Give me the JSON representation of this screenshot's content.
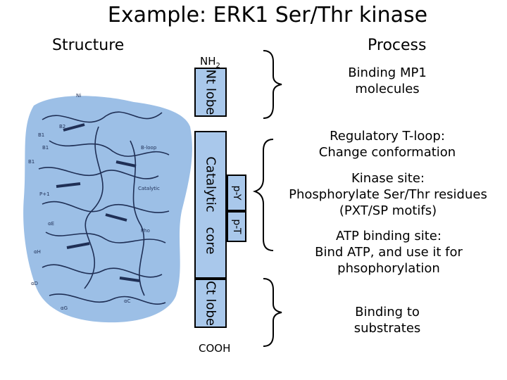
{
  "title": "Example: ERK1 Ser/Thr kinase",
  "headings": {
    "structure": "Structure",
    "process": "Process"
  },
  "protein_diagram": {
    "n_terminus": "NH",
    "n_terminus_subscript": "2",
    "c_terminus": "COOH",
    "nt_lobe": "Nt lobe",
    "catalytic": "Catalytic",
    "core": "core",
    "ct_lobe": "Ct lobe",
    "p_y": "p-Y",
    "p_t": "p-T"
  },
  "processes": [
    {
      "lines": [
        "Binding MP1",
        "molecules"
      ]
    },
    {
      "lines": [
        "Regulatory T-loop:",
        "Change conformation"
      ]
    },
    {
      "lines": [
        "Kinase site:",
        "Phosphorylate Ser/Thr residues",
        "(PXT/SP motifs)"
      ]
    },
    {
      "lines": [
        "ATP binding site:",
        "Bind ATP, and use it for",
        "phsophorylation"
      ]
    },
    {
      "lines": [
        "Binding to",
        "substrates"
      ]
    }
  ],
  "colors": {
    "box_fill": "#a9c8eb",
    "structure_blob": "#9cbfe6",
    "outline": "#000000"
  }
}
